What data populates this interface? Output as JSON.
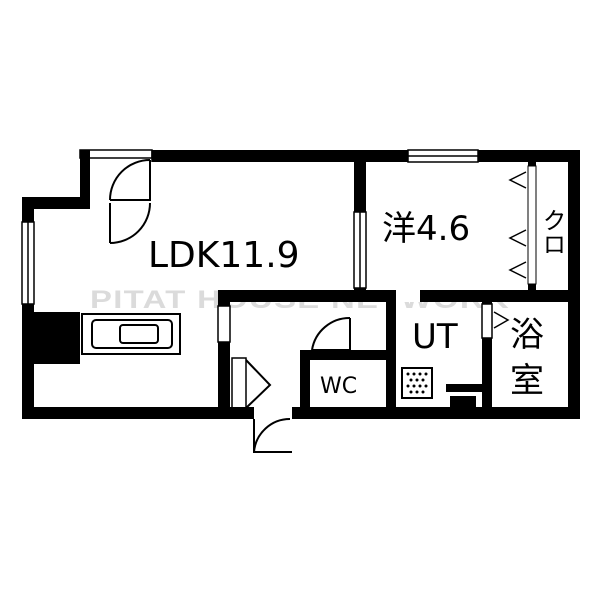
{
  "watermark": "PITAT HOUSE NETWORK",
  "rooms": {
    "ldk": "LDK11.9",
    "western_room": "洋4.6",
    "closet": "クロ",
    "utility": "UT",
    "bath_line1": "浴",
    "bath_line2": "室",
    "toilet": "WC"
  },
  "colors": {
    "wall": "#000000",
    "background": "#ffffff",
    "watermark": "#cfcfcf"
  }
}
